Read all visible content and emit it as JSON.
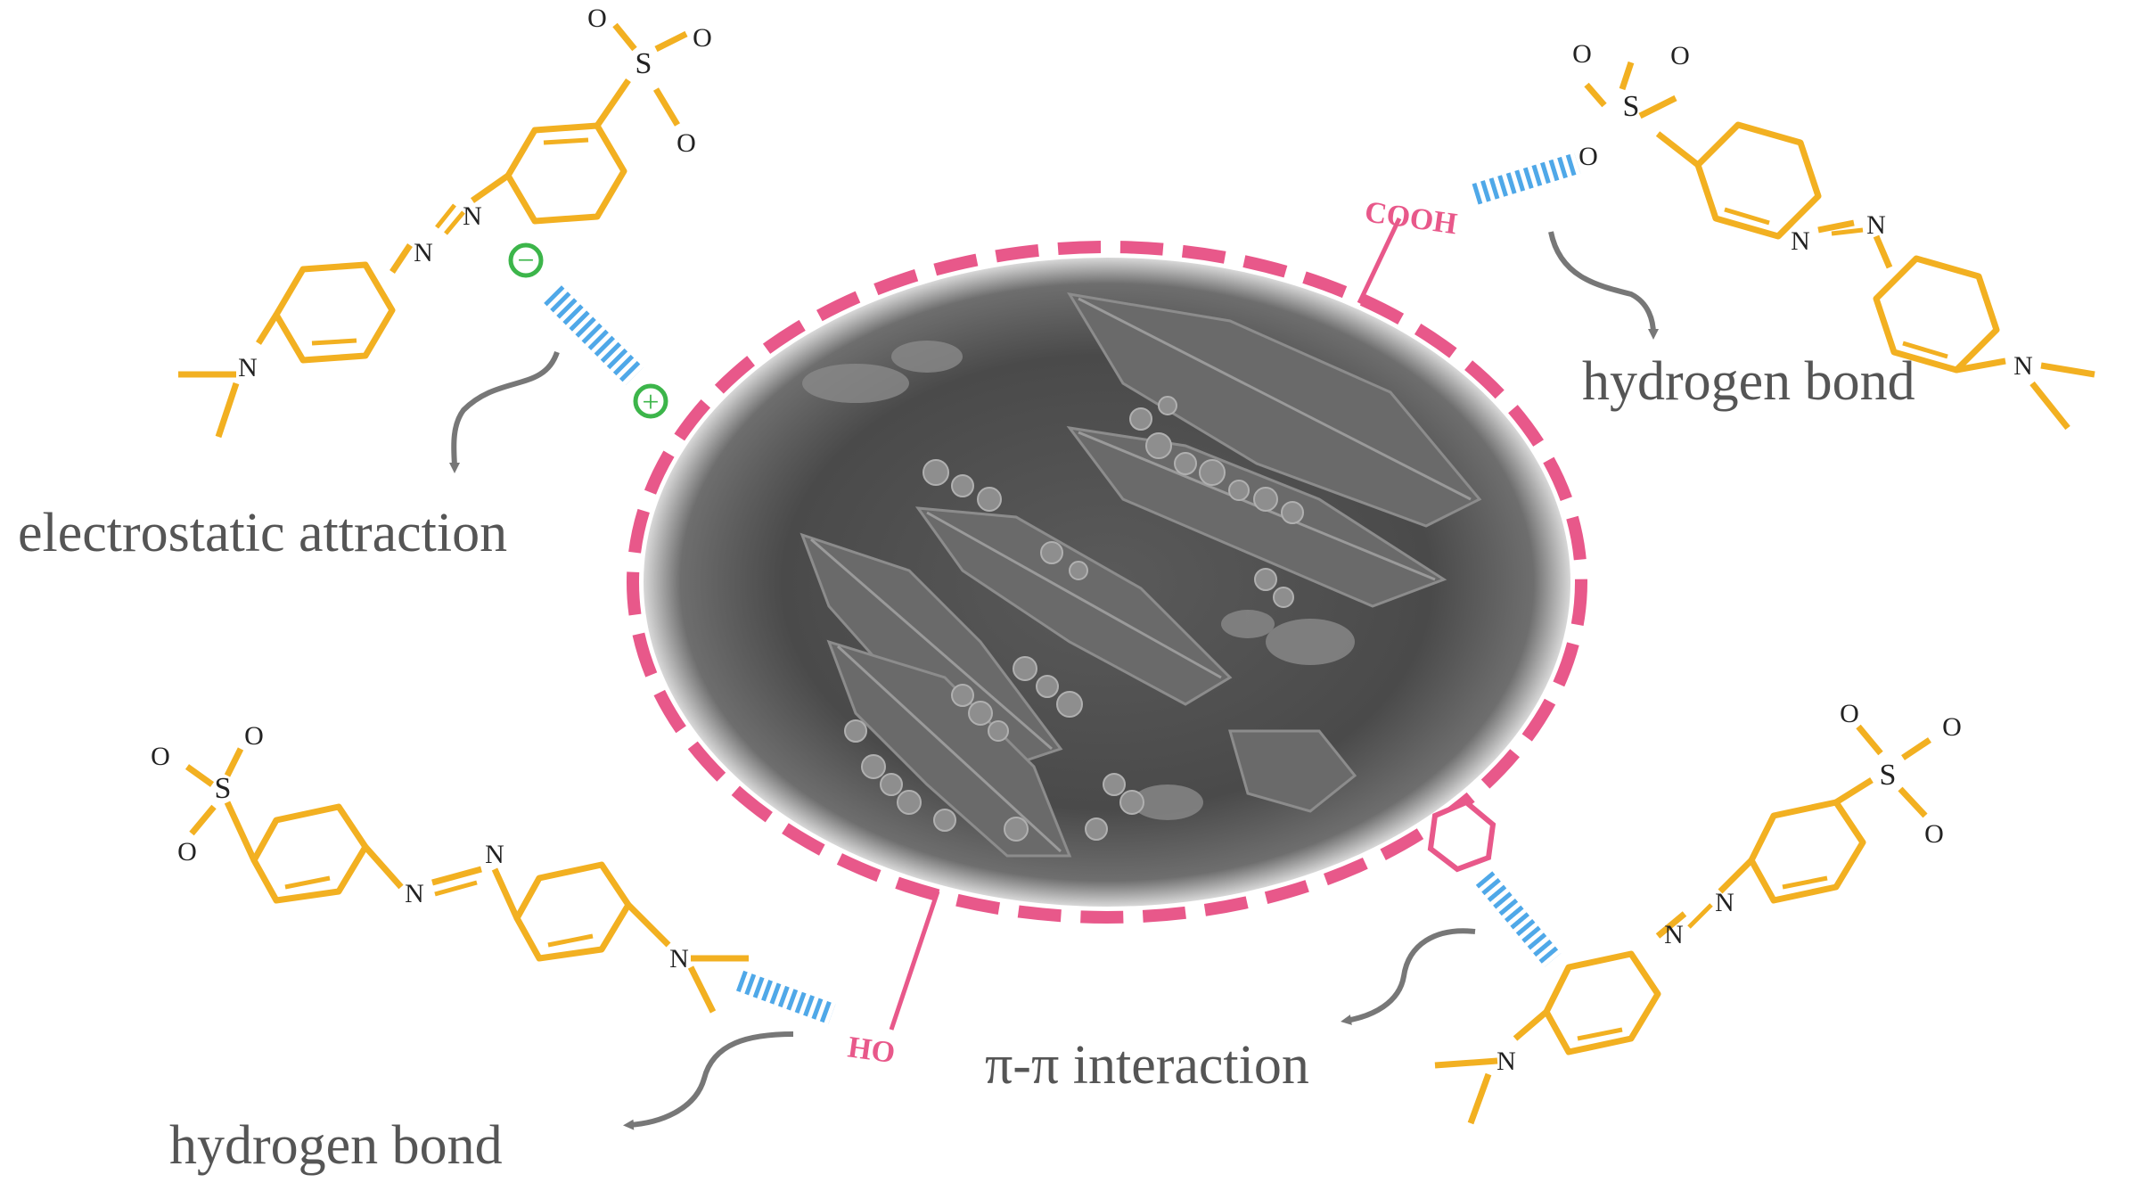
{
  "labels": {
    "electrostatic": "electrostatic attraction",
    "hbond_top_right": "hydrogen bond",
    "hbond_bottom_left": "hydrogen bond",
    "pi_pi": "π-π interaction"
  },
  "groups": {
    "cooh": "COOH",
    "ho": "HO"
  },
  "atoms": {
    "n": "N",
    "s": "S",
    "o": "O"
  },
  "charges": {
    "minus": "−",
    "plus": "+"
  },
  "colors": {
    "molecule": "#f2b021",
    "surface_group": "#e8588a",
    "bond_dashes": "#4fa8e8",
    "charge": "#3cb54a",
    "label": "#555555",
    "arrow": "#777777"
  }
}
